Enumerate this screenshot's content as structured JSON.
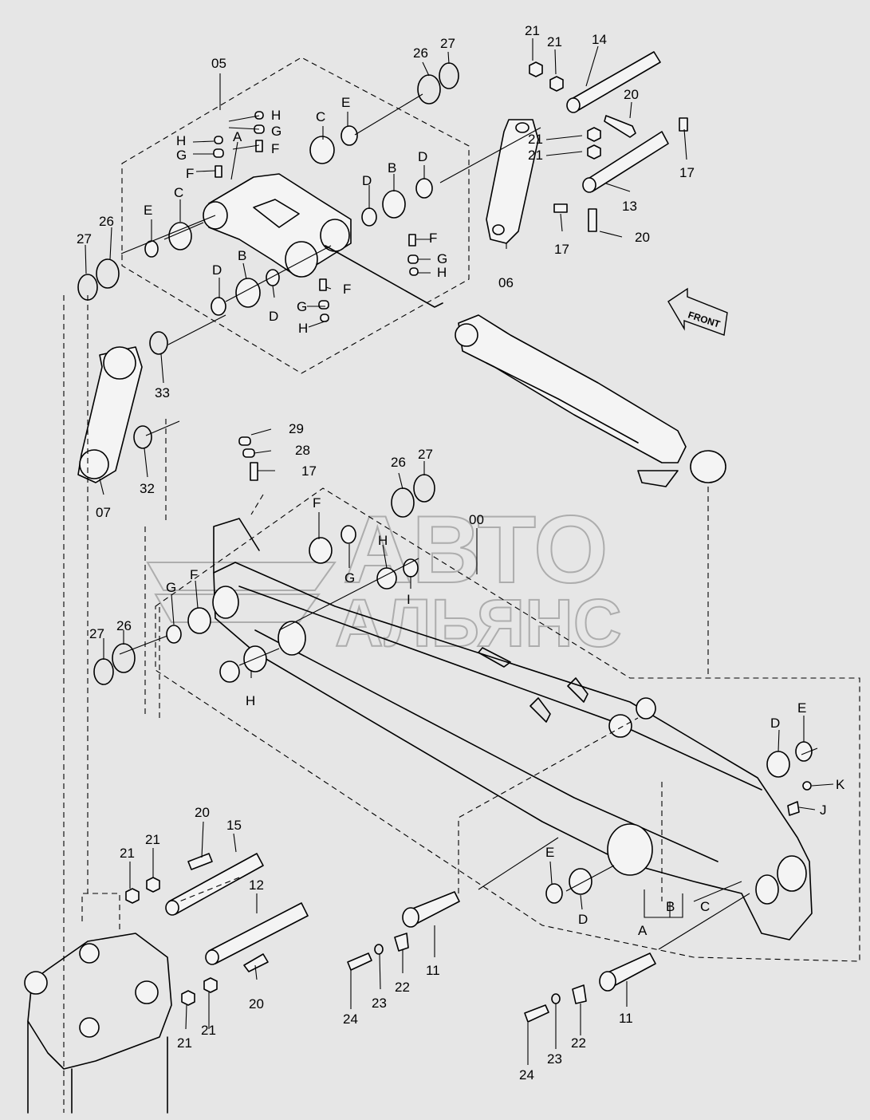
{
  "watermark": {
    "line1": "АВТО",
    "line2": "АЛЬЯНС"
  },
  "badge": {
    "text": "FRONT"
  },
  "labels": [
    {
      "id": "l1",
      "text": "05"
    },
    {
      "id": "l2",
      "text": "26"
    },
    {
      "id": "l3",
      "text": "27"
    },
    {
      "id": "l4",
      "text": "21"
    },
    {
      "id": "l5",
      "text": "21"
    },
    {
      "id": "l6",
      "text": "14"
    },
    {
      "id": "l7",
      "text": "20"
    },
    {
      "id": "l8",
      "text": "21"
    },
    {
      "id": "l9",
      "text": "21"
    },
    {
      "id": "l10",
      "text": "17"
    },
    {
      "id": "l11",
      "text": "13"
    },
    {
      "id": "l12",
      "text": "17"
    },
    {
      "id": "l13",
      "text": "20"
    },
    {
      "id": "l14",
      "text": "06"
    },
    {
      "id": "l15",
      "text": "C"
    },
    {
      "id": "l16",
      "text": "E"
    },
    {
      "id": "l17",
      "text": "H"
    },
    {
      "id": "l18",
      "text": "G"
    },
    {
      "id": "l19",
      "text": "F"
    },
    {
      "id": "l20",
      "text": "H"
    },
    {
      "id": "l21",
      "text": "G"
    },
    {
      "id": "l22",
      "text": "F"
    },
    {
      "id": "l23",
      "text": "A"
    },
    {
      "id": "l24",
      "text": "C"
    },
    {
      "id": "l25",
      "text": "E"
    },
    {
      "id": "l26",
      "text": "26"
    },
    {
      "id": "l27",
      "text": "27"
    },
    {
      "id": "l28",
      "text": "D"
    },
    {
      "id": "l29",
      "text": "B"
    },
    {
      "id": "l30",
      "text": "D"
    },
    {
      "id": "l31",
      "text": "F"
    },
    {
      "id": "l32",
      "text": "G"
    },
    {
      "id": "l33",
      "text": "H"
    },
    {
      "id": "l34",
      "text": "D"
    },
    {
      "id": "l35",
      "text": "B"
    },
    {
      "id": "l36",
      "text": "D"
    },
    {
      "id": "l37",
      "text": "F"
    },
    {
      "id": "l38",
      "text": "G"
    },
    {
      "id": "l39",
      "text": "H"
    },
    {
      "id": "l40",
      "text": "33"
    },
    {
      "id": "l41",
      "text": "07"
    },
    {
      "id": "l42",
      "text": "32"
    },
    {
      "id": "l43",
      "text": "29"
    },
    {
      "id": "l44",
      "text": "28"
    },
    {
      "id": "l45",
      "text": "17"
    },
    {
      "id": "l46",
      "text": "26"
    },
    {
      "id": "l47",
      "text": "27"
    },
    {
      "id": "l48",
      "text": "00"
    },
    {
      "id": "l49",
      "text": "F"
    },
    {
      "id": "l50",
      "text": "H"
    },
    {
      "id": "l51",
      "text": "G"
    },
    {
      "id": "l52",
      "text": "I"
    },
    {
      "id": "l53",
      "text": "F"
    },
    {
      "id": "l54",
      "text": "G"
    },
    {
      "id": "l55",
      "text": "27"
    },
    {
      "id": "l56",
      "text": "26"
    },
    {
      "id": "l57",
      "text": "H"
    },
    {
      "id": "l58",
      "text": "E"
    },
    {
      "id": "l59",
      "text": "D"
    },
    {
      "id": "l60",
      "text": "K"
    },
    {
      "id": "l61",
      "text": "J"
    },
    {
      "id": "l62",
      "text": "E"
    },
    {
      "id": "l63",
      "text": "D"
    },
    {
      "id": "l64",
      "text": "B"
    },
    {
      "id": "l65",
      "text": "C"
    },
    {
      "id": "l66",
      "text": "A"
    },
    {
      "id": "l67",
      "text": "20"
    },
    {
      "id": "l68",
      "text": "21"
    },
    {
      "id": "l69",
      "text": "21"
    },
    {
      "id": "l70",
      "text": "15"
    },
    {
      "id": "l71",
      "text": "12"
    },
    {
      "id": "l72",
      "text": "20"
    },
    {
      "id": "l73",
      "text": "21"
    },
    {
      "id": "l74",
      "text": "21"
    },
    {
      "id": "l75",
      "text": "11"
    },
    {
      "id": "l76",
      "text": "22"
    },
    {
      "id": "l77",
      "text": "23"
    },
    {
      "id": "l78",
      "text": "24"
    },
    {
      "id": "l79",
      "text": "11"
    },
    {
      "id": "l80",
      "text": "22"
    },
    {
      "id": "l81",
      "text": "23"
    },
    {
      "id": "l82",
      "text": "24"
    }
  ]
}
